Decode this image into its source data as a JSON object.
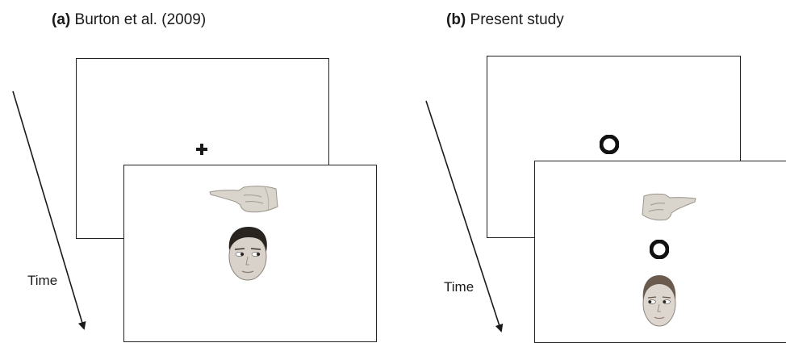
{
  "panel_a": {
    "letter": "(a)",
    "title": "Burton et al. (2009)",
    "time_label": "Time",
    "icons": {
      "fixation": "fixation-cross-icon",
      "hand": "pointing-hand-left-icon",
      "face": "male-face-gaze-right-icon"
    }
  },
  "panel_b": {
    "letter": "(b)",
    "title": "Present study",
    "time_label": "Time",
    "icons": {
      "fixation": "bullseye-fixation-icon",
      "hand": "pointing-hand-right-icon",
      "face": "female-face-gaze-left-icon"
    }
  },
  "colors": {
    "stroke": "#1a1a1a",
    "skin": "#d6d0c8",
    "hair_dark": "#2a2420",
    "hair_light": "#6b5a4e"
  }
}
